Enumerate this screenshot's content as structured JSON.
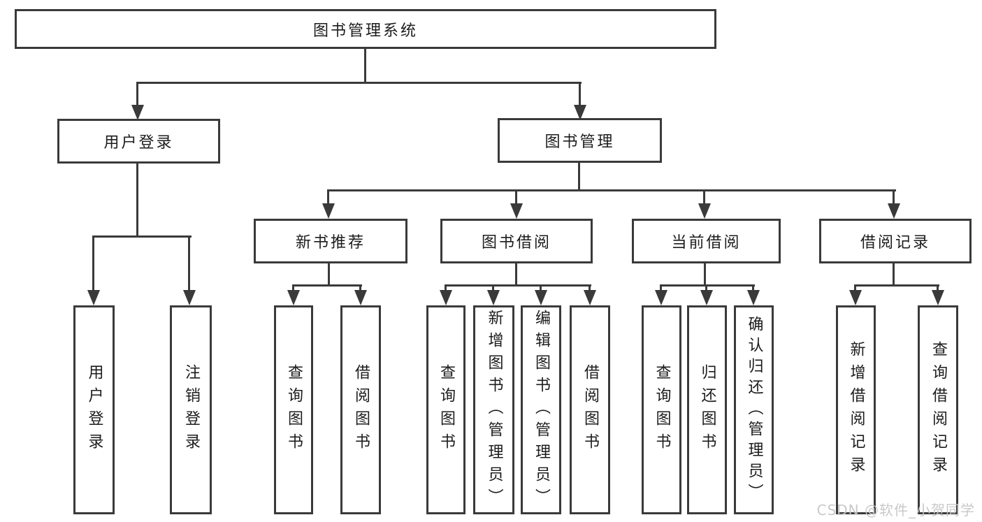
{
  "root": "图书管理系统",
  "level2": [
    "用户登录",
    "图书管理"
  ],
  "level3": [
    "新书推荐",
    "图书借阅",
    "当前借阅",
    "借阅记录"
  ],
  "leaves": {
    "user_login": [
      "用户登录",
      "注销登录"
    ],
    "new_book_rec": [
      "查询图书",
      "借阅图书"
    ],
    "book_borrow": [
      "查询图书",
      "新增图书（管理员）",
      "编辑图书（管理员）",
      "借阅图书"
    ],
    "current_borrow": [
      "查询图书",
      "归还图书",
      "确认归还（管理员）"
    ],
    "borrow_record": [
      "新增借阅记录",
      "查询借阅记录"
    ]
  },
  "watermark": "CSDN @软件_小贺同学",
  "colors": {
    "line": "#3a3a3a",
    "text": "#1c1c1c",
    "background": "#ffffff",
    "watermark": "#c6c6c6"
  }
}
